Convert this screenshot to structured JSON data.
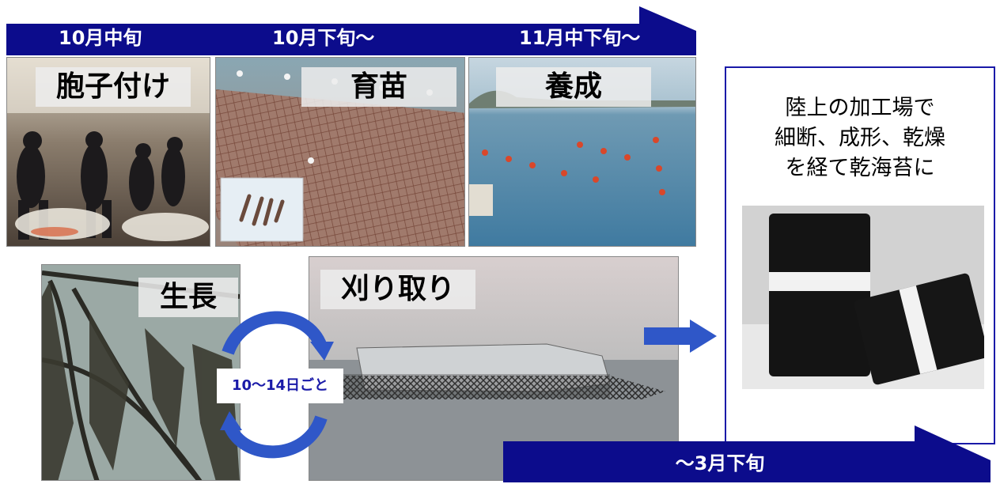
{
  "timeline": {
    "stage1": "10月中旬",
    "stage2": "10月下旬～",
    "stage3": "11月中下旬～"
  },
  "photos": {
    "spore_label": "胞子付け",
    "nursery_label": "育苗",
    "culture_label": "養成",
    "growth_label": "生長",
    "harvest_label": "刈り取り"
  },
  "cycle": {
    "interval_label": "10～14日ごと"
  },
  "processing": {
    "line1": "陸上の加工場で",
    "line2": "細断、成形、乾燥",
    "line3": "を経て乾海苔に"
  },
  "harvest_period": {
    "label": "～3月下旬"
  },
  "colors": {
    "arrow_blue": "#0c0c8c",
    "accent_blue": "#2f57c8"
  }
}
